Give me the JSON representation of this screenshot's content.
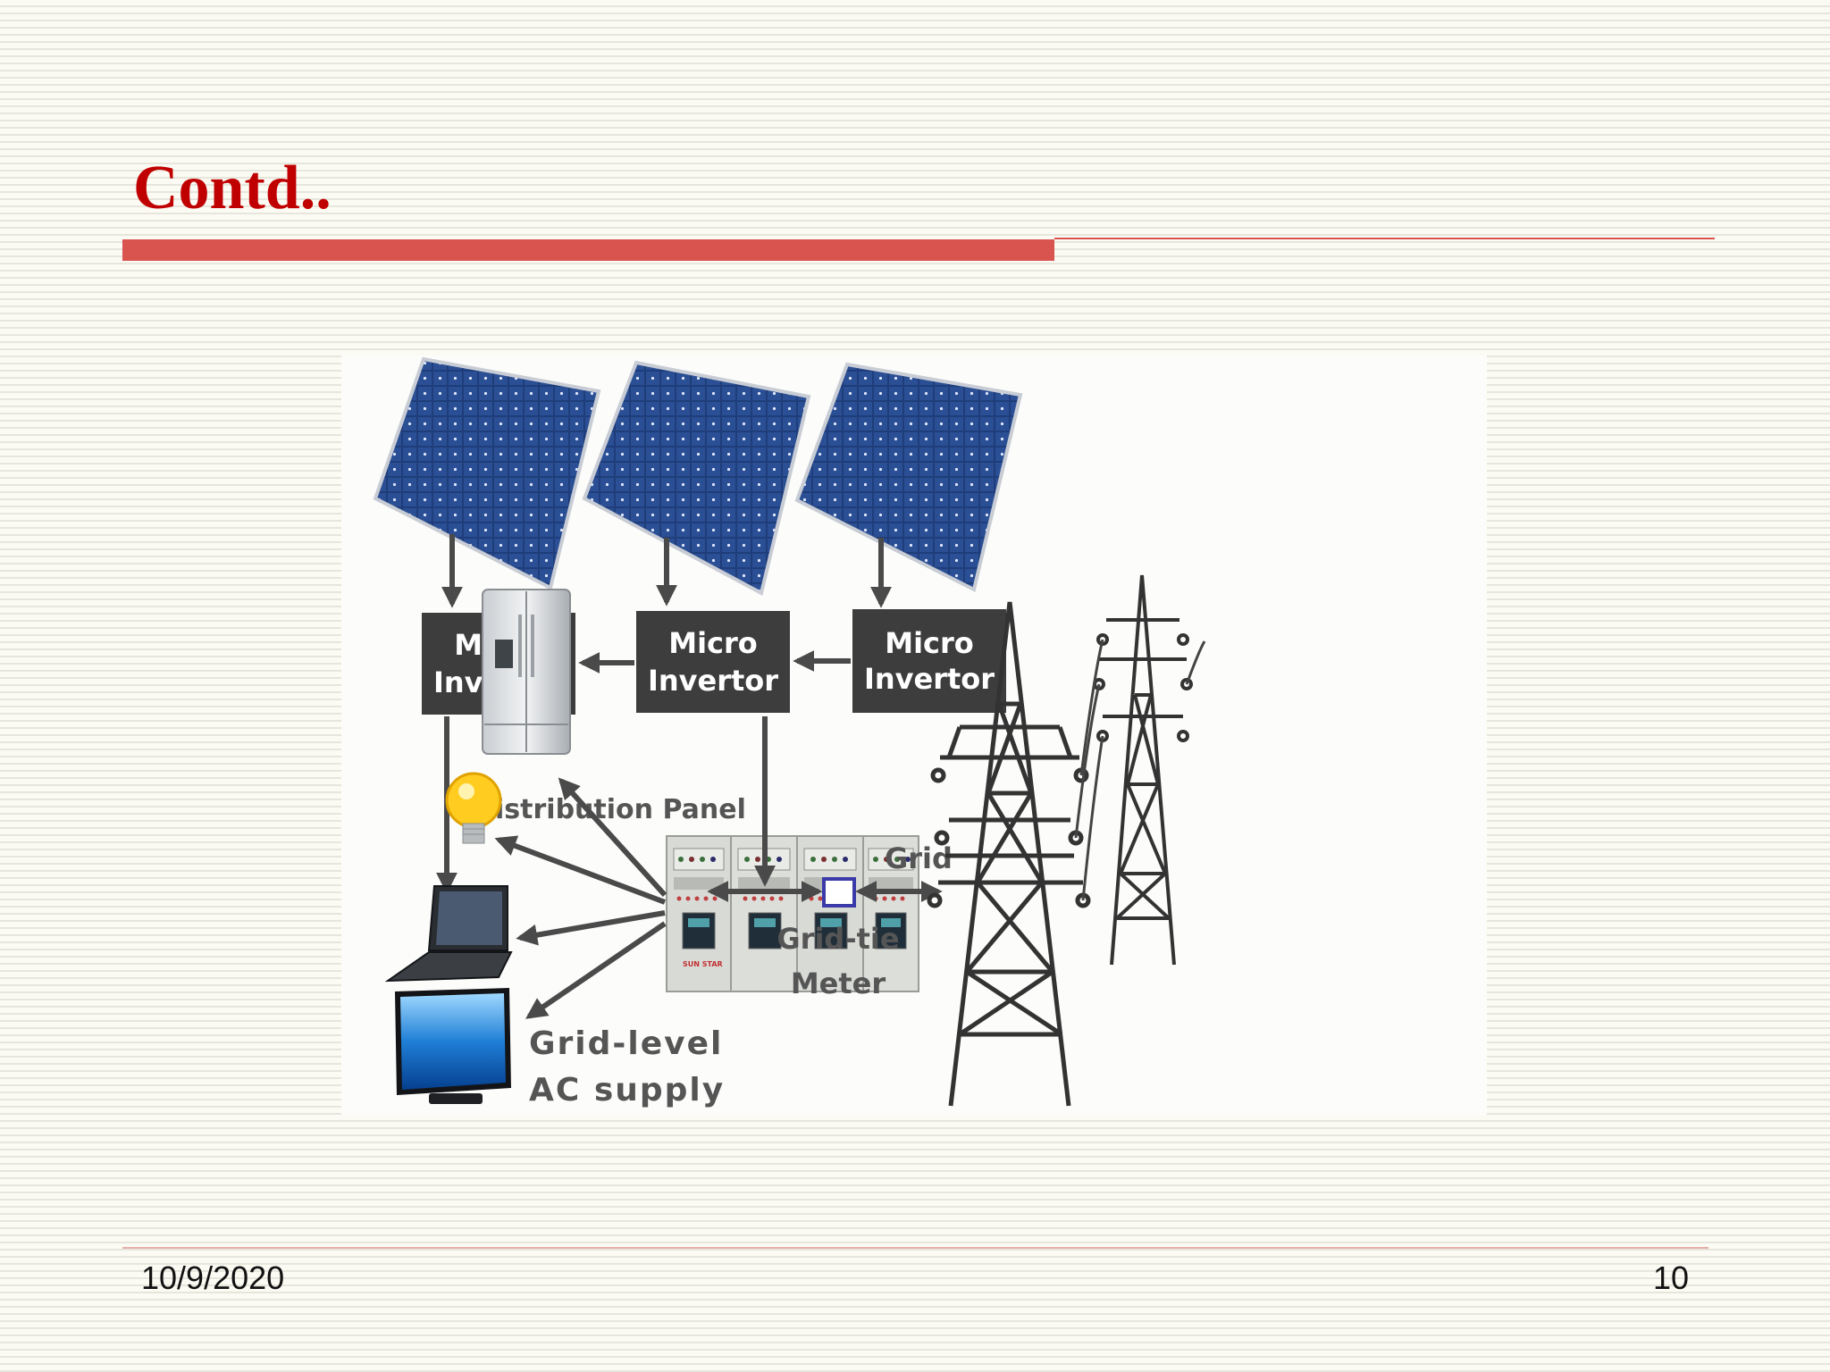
{
  "slide": {
    "title": "Contd..",
    "date": "10/9/2020",
    "page_number": "10"
  },
  "diagram": {
    "inverters": [
      {
        "line1": "Micro",
        "line2": "Invertor"
      },
      {
        "line1": "Micro",
        "line2": "Invertor"
      },
      {
        "line1": "Micro",
        "line2": "Invertor"
      }
    ],
    "distribution_panel_label": "Distribution Panel",
    "panel_brand": "SUN STAR",
    "grid_label": "Grid",
    "meter_label_line1": "Grid-tie",
    "meter_label_line2": "Meter",
    "supply_label_line1": "Grid-level",
    "supply_label_line2": "AC supply",
    "appliances": [
      "refrigerator",
      "light-bulb",
      "laptop",
      "television"
    ],
    "colors": {
      "title": "#c00000",
      "accent_bar": "#d9534f",
      "inverter_box": "#3d3d3d",
      "arrow": "#4a4a4a",
      "solar_panel": "#1e3d7a",
      "meter": "#3a3aa8"
    }
  }
}
